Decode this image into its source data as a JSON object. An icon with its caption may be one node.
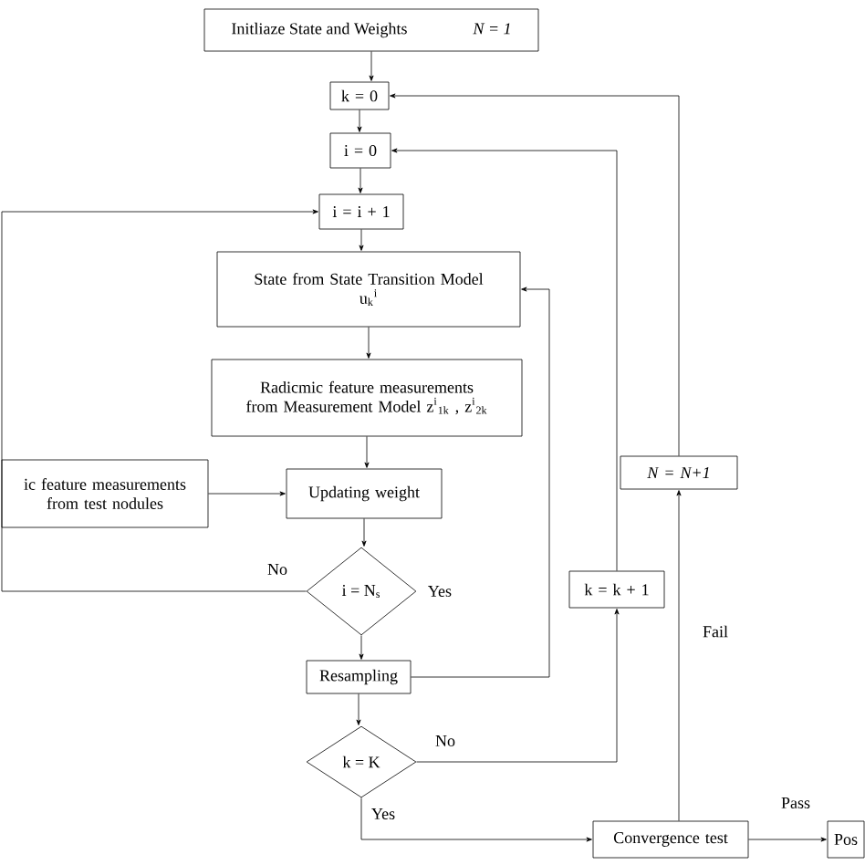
{
  "diagram": {
    "nodes": [
      {
        "text": [
          "Initliaze State and Weights",
          "N = 1"
        ]
      },
      {
        "text": [
          "k = 0"
        ]
      },
      {
        "text": [
          "i = 0"
        ]
      },
      {
        "text": [
          "i = i + 1"
        ]
      },
      {
        "text": [
          "State from State Transition Model",
          "u$_{k}$$^{i}$"
        ]
      },
      {
        "text": [
          "Radicmic feature measurements from Measurement Model z$^{i}$$_{1k}$ , z$^{i}$$_{2k}$"
        ]
      },
      {
        "text": [
          "ic feature measurements from test nodules"
        ]
      },
      {
        "text": [
          "Updating weight"
        ]
      },
      {
        "text": [
          "i = N$_{s}$"
        ],
        "beside": [
          "Yes"
        ]
      },
      {
        "text": [
          "Resampling"
        ]
      },
      {
        "text": [
          "k = K"
        ]
      },
      {
        "text": [
          "Convergence test"
        ]
      },
      {
        "text": [
          "Pos"
        ]
      },
      {
        "text": [
          "k = k + 1"
        ]
      },
      {
        "text": [
          "N = N+1"
        ]
      }
    ],
    "edges": [
      {
        "from": 0,
        "to": 1,
        "arrow": "to"
      },
      {
        "from": 1,
        "to": 2,
        "arrow": "to"
      },
      {
        "from": 2,
        "to": 3,
        "arrow": "to"
      },
      {
        "from": 3,
        "to": 4,
        "arrow": "to"
      },
      {
        "from": 4,
        "to": 5,
        "arrow": "to"
      },
      {
        "from": 5,
        "to": 7,
        "arrow": "to"
      },
      {
        "from": 6,
        "to": 7,
        "arrow": "to"
      },
      {
        "from": 7,
        "to": 8,
        "arrow": "to"
      },
      {
        "from": 8,
        "to": 3,
        "arrow": "to",
        "label": "No"
      },
      {
        "from": 8,
        "to": 9,
        "arrow": "to"
      },
      {
        "from": 9,
        "to": 4,
        "arrow": "to"
      },
      {
        "from": 9,
        "to": 10,
        "arrow": "to"
      },
      {
        "from": 10,
        "to": 13,
        "arrow": "to",
        "label": "No"
      },
      {
        "from": 10,
        "to": 11,
        "arrow": "to",
        "label": "Yes"
      },
      {
        "from": 13,
        "to": 2,
        "arrow": "to"
      },
      {
        "from": 11,
        "to": 14,
        "arrow": "to",
        "label": "Fail"
      },
      {
        "from": 14,
        "to": 1,
        "arrow": "to"
      },
      {
        "from": 11,
        "to": 12,
        "arrow": "to",
        "label": "Pass"
      }
    ]
  }
}
